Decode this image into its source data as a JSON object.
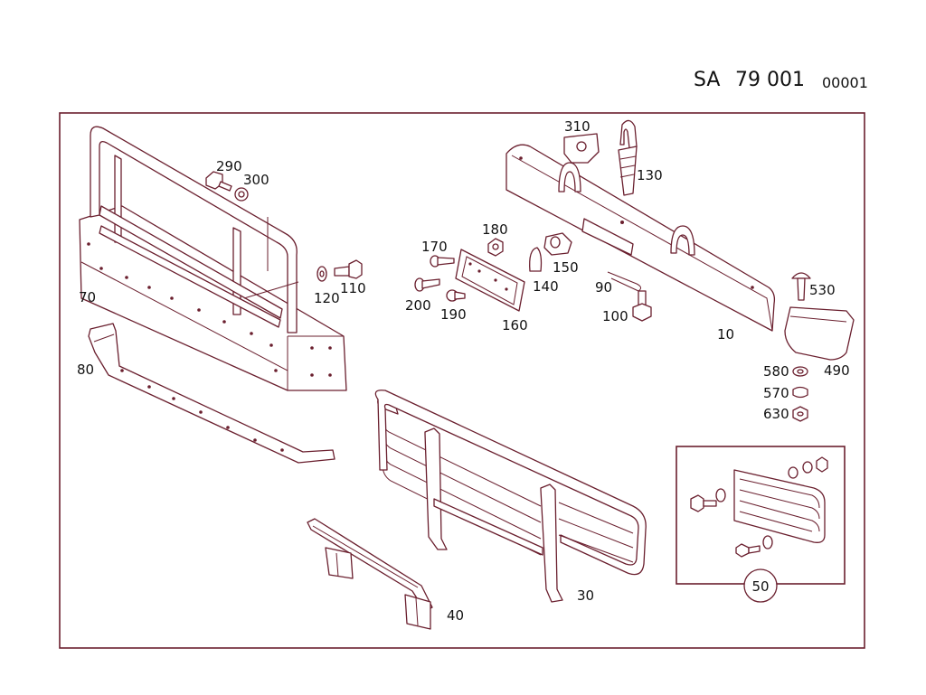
{
  "header": {
    "catalog_code": "SA",
    "group_number": "79 001",
    "sheet_number": "00001"
  },
  "labels": {
    "p10": "10",
    "p30": "30",
    "p40": "40",
    "p50": "50",
    "p70": "70",
    "p80": "80",
    "p90": "90",
    "p100": "100",
    "p110": "110",
    "p120": "120",
    "p130": "130",
    "p140": "140",
    "p150": "150",
    "p160": "160",
    "p170": "170",
    "p180": "180",
    "p190": "190",
    "p200": "200",
    "p290": "290",
    "p300": "300",
    "p310": "310",
    "p490": "490",
    "p530": "530",
    "p570": "570",
    "p580": "580",
    "p630": "630"
  },
  "colors": {
    "line": "#6a1f2e",
    "text": "#111111",
    "background": "#ffffff"
  }
}
